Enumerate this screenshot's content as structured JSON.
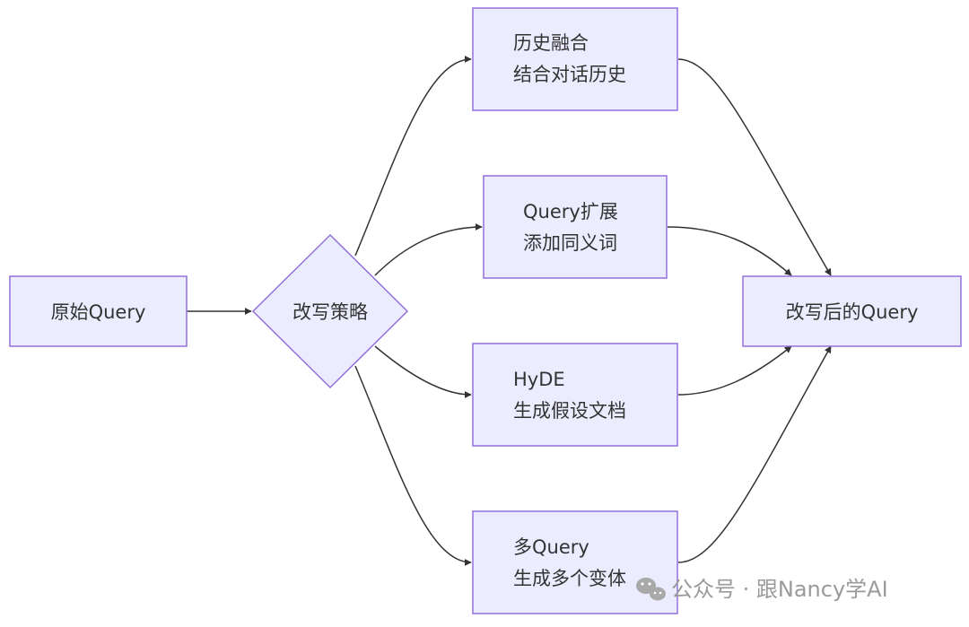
{
  "nodes": {
    "start": "原始Query",
    "decision": "改写策略",
    "history": {
      "line1": "历史融合",
      "line2": "结合对话历史"
    },
    "expand": {
      "line1": "Query扩展",
      "line2": "添加同义词"
    },
    "hyde": {
      "line1": "HyDE",
      "line2": "生成假设文档"
    },
    "multi": {
      "line1": "多Query",
      "line2": "生成多个变体"
    },
    "result": "改写后的Query"
  },
  "watermark": {
    "text": "公众号 · 跟Nancy学AI",
    "icon": "wechat-icon"
  },
  "colors": {
    "node_fill": "#ececff",
    "node_stroke": "#9370db",
    "edge": "#333333",
    "text": "#333333",
    "watermark": "#9a9a9a"
  }
}
